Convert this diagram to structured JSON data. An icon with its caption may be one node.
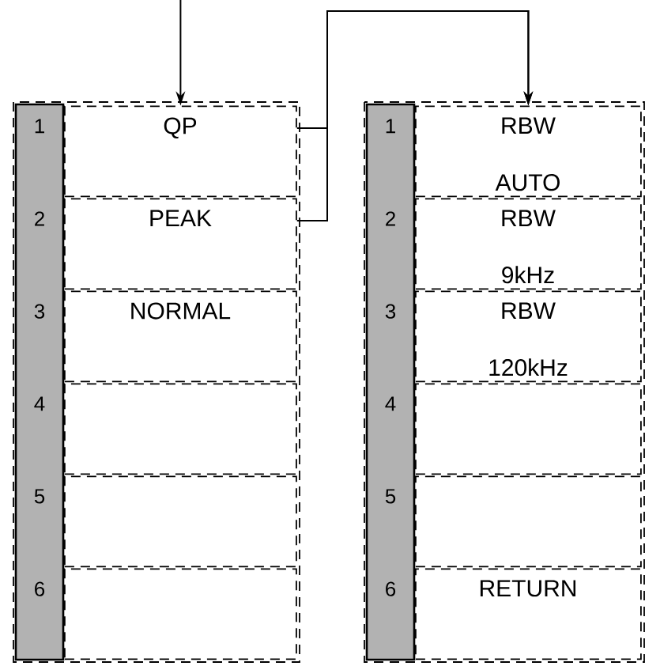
{
  "diagram": {
    "nodes": [
      {
        "text": [],
        "shape": "box"
      },
      {
        "text": [
          "1",
          "QP"
        ],
        "in": 0
      },
      {
        "text": [
          "2",
          "PEAK"
        ],
        "in": 0
      },
      {
        "text": [
          "3",
          "NORMAL"
        ],
        "in": 0
      },
      {
        "text": [
          "4"
        ],
        "in": 0
      },
      {
        "text": [
          "5"
        ],
        "in": 0
      },
      {
        "text": [
          "6"
        ],
        "in": 0
      },
      {
        "text": [],
        "shape": "box"
      },
      {
        "text": [
          "1",
          "RBW AUTO"
        ],
        "in": 7
      },
      {
        "text": [
          "2",
          "RBW 9kHz"
        ],
        "in": 7
      },
      {
        "text": [
          "3",
          "RBW 120kHz"
        ],
        "in": 7
      },
      {
        "text": [
          "4"
        ],
        "in": 7
      },
      {
        "text": [
          "5"
        ],
        "in": 7
      },
      {
        "text": [
          "6",
          "RETURN"
        ],
        "in": 7
      }
    ],
    "edges": [
      {
        "from": null,
        "to": 1,
        "arrow": "to"
      },
      {
        "from": 1,
        "to": 8,
        "arrow": "to"
      },
      {
        "from": 2,
        "to": 8,
        "arrow": "to"
      }
    ]
  }
}
